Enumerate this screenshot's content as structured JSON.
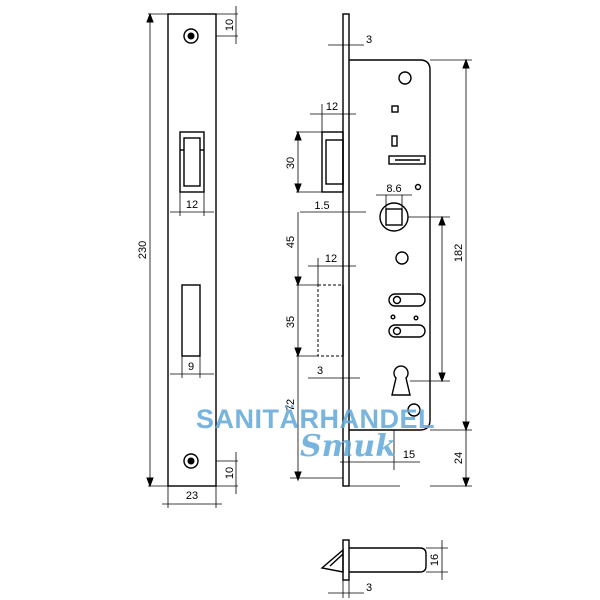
{
  "dimensions": {
    "faceplate_top_hole": "10",
    "faceplate_bottom_hole": "10",
    "faceplate_length": "230",
    "latch_opening_width": "12",
    "bolt_opening_width": "9",
    "faceplate_width": "23",
    "plate_thickness_top": "3",
    "latch_projection_width": "12",
    "latch_height": "30",
    "spindle_offset": "1.5",
    "spindle_square": "8.6",
    "backset_spacing": "45",
    "bolt_projection_width": "12",
    "bolt_height": "35",
    "bolt_throw": "3",
    "case_height": "182",
    "distance_72": "72",
    "case_offset": "15",
    "bottom_offset": "24",
    "latch_head_height": "16",
    "latch_head_thickness": "3"
  },
  "watermark": {
    "brand_line1": "SANITÄRHANDEL",
    "brand_line2": "Smuk",
    "color": "#5fa8d8"
  }
}
